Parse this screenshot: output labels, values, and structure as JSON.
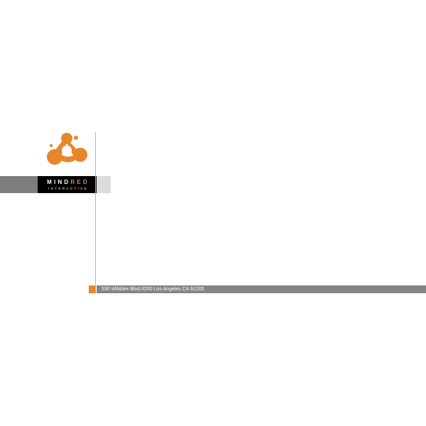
{
  "brand": {
    "name_part1": "MIND",
    "name_part2": "RED",
    "tagline": "INTERACTIVE",
    "logo_icon": "molecule-blob-icon"
  },
  "footer": {
    "address": "530 Wilshire Blvd.#200 Los Angeles CA 91205"
  },
  "colors": {
    "accent_orange": "#e8862a",
    "bar_gray": "#7d7d7f",
    "light_gray": "#dcdcdc",
    "brand_black": "#000000",
    "rule_gray": "#b7b7b7"
  }
}
